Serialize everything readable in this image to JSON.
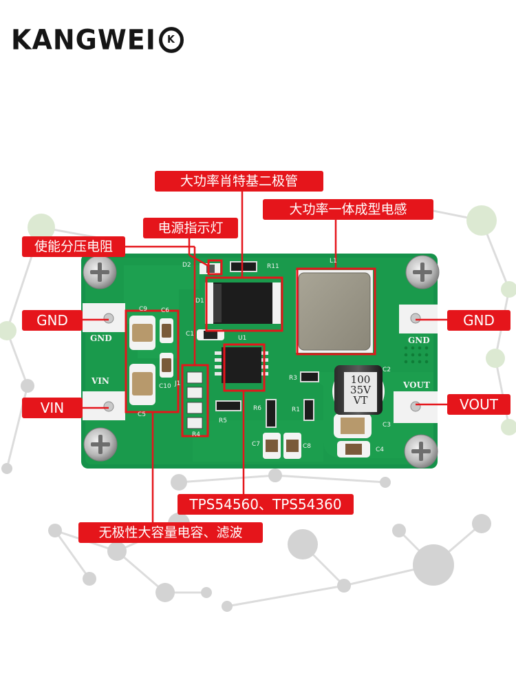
{
  "logo": {
    "text": "KANGWEI",
    "badge": "K"
  },
  "labels": {
    "schottky_diode": "大功率肖特基二极管",
    "inductor": "大功率一体成型电感",
    "power_led": "电源指示灯",
    "enable_resistor": "使能分压电阻",
    "gnd_left": "GND",
    "gnd_right": "GND",
    "vin": "VIN",
    "vout": "VOUT",
    "chip": "TPS54560、TPS54360",
    "capacitors": "无极性大容量电容、滤波"
  },
  "silkscreen": {
    "gnd_left": "GND",
    "vin": "VIN",
    "gnd_right": "GND",
    "vout": "VOUT",
    "d1": "D1",
    "d2": "D2",
    "u1": "U1",
    "l1": "L1",
    "r11": "R11",
    "c1": "C1",
    "c2": "C2",
    "c3": "C3",
    "c4": "C4",
    "c5": "C5",
    "c6": "C6",
    "c7": "C7",
    "c8": "C8",
    "c9": "C9",
    "c10": "C10",
    "r1": "R1",
    "r3": "R3",
    "r5": "R5",
    "r6": "R6",
    "r4": "R4",
    "j1": "J1"
  },
  "electrolytic_cap": {
    "line1": "100",
    "line2": "35V",
    "line3": "VT"
  },
  "colors": {
    "label_red": "#e5151b",
    "pcb_green": "#1a9a4c",
    "pcb_dark": "#13803d",
    "network_gray": "#d6d6d6",
    "network_green": "#d9e8cf"
  }
}
